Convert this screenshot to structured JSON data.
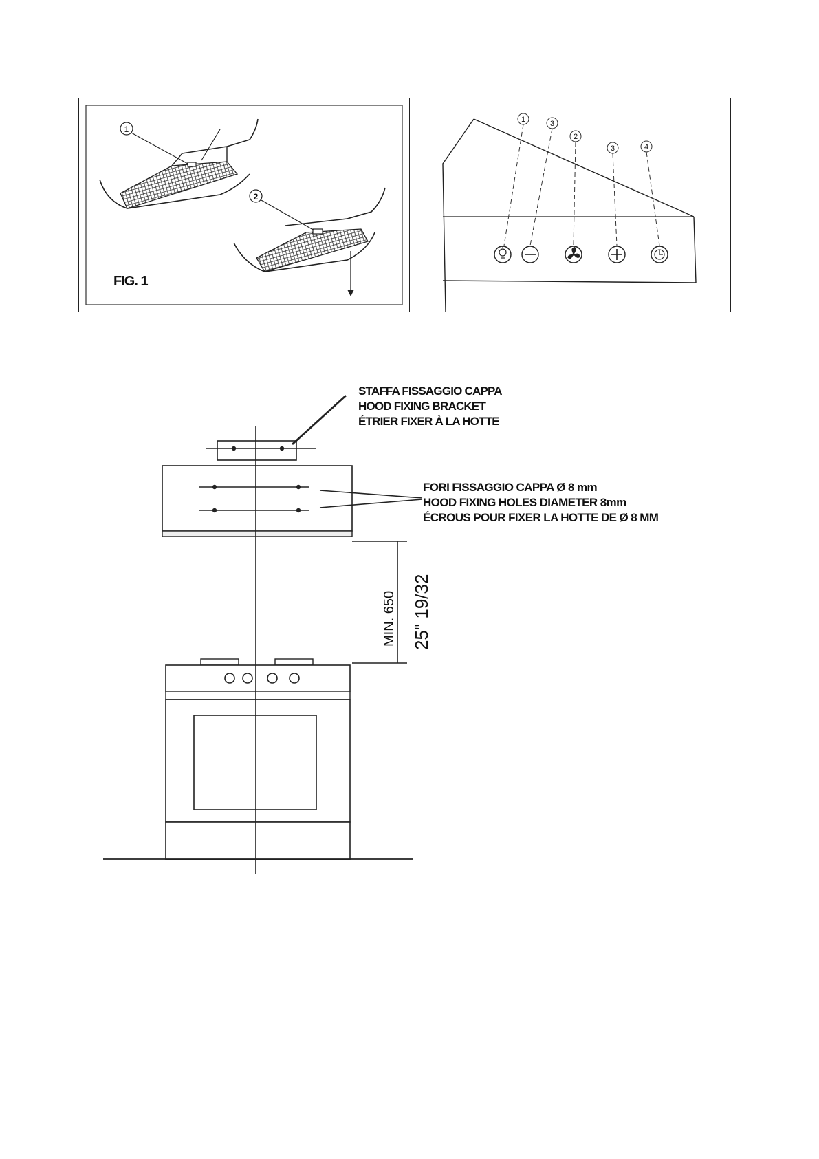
{
  "fig1": {
    "label": "FIG. 1",
    "callouts": [
      "1",
      "2"
    ]
  },
  "control_panel": {
    "callouts": [
      "1",
      "3",
      "2",
      "3",
      "4"
    ],
    "buttons": [
      {
        "icon": "light-bulb-icon"
      },
      {
        "icon": "minus-icon"
      },
      {
        "icon": "fan-icon"
      },
      {
        "icon": "plus-icon"
      },
      {
        "icon": "clock-icon"
      }
    ]
  },
  "installation": {
    "bracket_label": [
      "STAFFA FISSAGGIO CAPPA",
      "HOOD FIXING BRACKET",
      "ÉTRIER FIXER À LA HOTTE"
    ],
    "holes_label": [
      "FORI FISSAGGIO CAPPA Ø 8 mm",
      "HOOD FIXING HOLES DIAMETER 8mm",
      "ÉCROUS POUR FIXER LA HOTTE DE Ø 8 MM"
    ],
    "min_distance_mm": "MIN. 650",
    "min_distance_in": "25\" 19/32"
  }
}
